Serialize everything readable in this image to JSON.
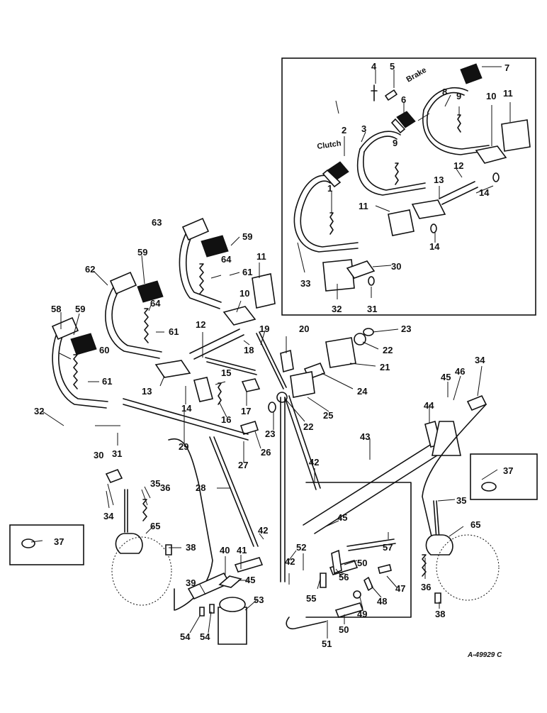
{
  "figure": {
    "drawing_code": "A-49929 C"
  },
  "annotations": {
    "clutch": "Clutch",
    "brake": "Brake"
  },
  "callouts": [
    "1",
    "2",
    "3",
    "4",
    "5",
    "6",
    "7",
    "8",
    "9",
    "9",
    "10",
    "10",
    "11",
    "11",
    "11",
    "12",
    "12",
    "13",
    "13",
    "14",
    "14",
    "14",
    "15",
    "16",
    "17",
    "18",
    "19",
    "20",
    "21",
    "22",
    "22",
    "23",
    "23",
    "24",
    "25",
    "26",
    "27",
    "28",
    "29",
    "30",
    "30",
    "31",
    "31",
    "32",
    "32",
    "33",
    "34",
    "34",
    "35",
    "35",
    "36",
    "36",
    "37",
    "37",
    "38",
    "38",
    "39",
    "40",
    "41",
    "42",
    "42",
    "42",
    "43",
    "44",
    "45",
    "45",
    "45",
    "46",
    "47",
    "48",
    "49",
    "50",
    "50",
    "51",
    "52",
    "53",
    "54",
    "54",
    "55",
    "56",
    "57",
    "58",
    "59",
    "59",
    "59",
    "60",
    "61",
    "61",
    "61",
    "62",
    "63",
    "64",
    "64",
    "65",
    "65"
  ]
}
